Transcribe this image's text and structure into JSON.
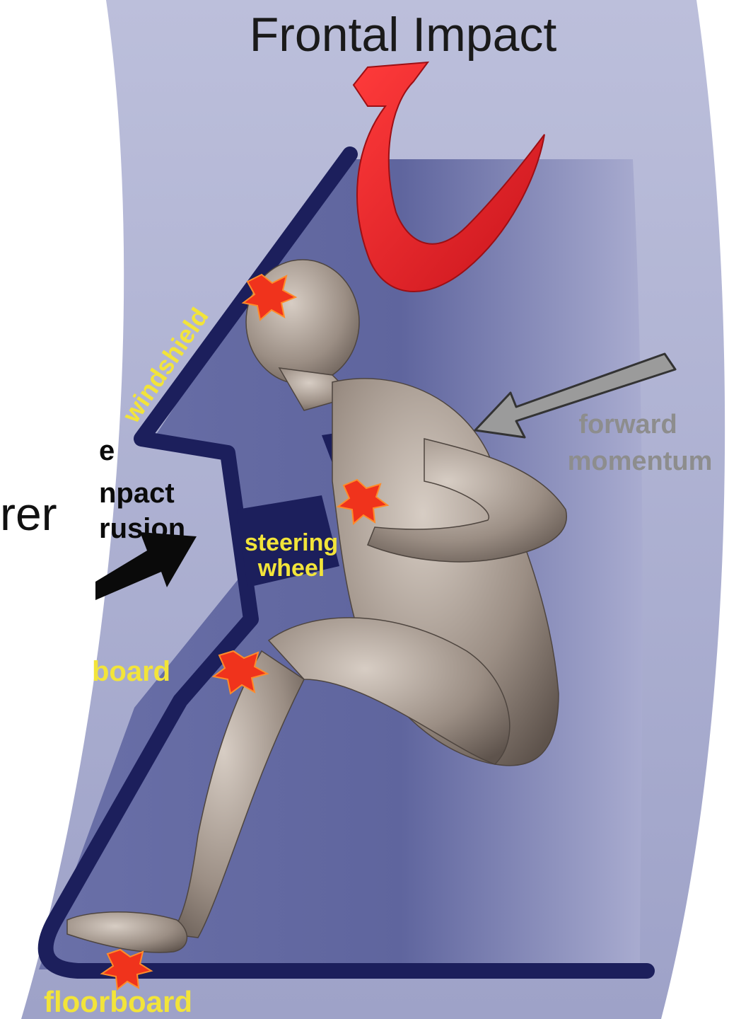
{
  "title": "Frontal Impact",
  "slide_text_fragment": "rer",
  "labels": {
    "windshield": "windshield",
    "forward": "forward",
    "momentum": "momentum",
    "intrusion_line1": "e",
    "intrusion_line2": "npact",
    "intrusion_line3": "rusion",
    "steering_line1": "steering",
    "steering_line2": "wheel",
    "dashboard_partial": "board",
    "floorboard": "floorboard"
  },
  "colors": {
    "panel": "#b2b5d3",
    "cabin": "#8a8fbf",
    "cabin_deep": "#6a70a8",
    "frame": "#1c1f5c",
    "impact_arrow": "#e8232a",
    "momentum_arrow": "#9b9b9b",
    "intrusion_arrow": "#0a0a0a",
    "label_yellow": "#f2e43a",
    "label_gray": "#8d8d8d",
    "impact_star": "#f0331c",
    "figure": "#8e8177"
  },
  "icons": [
    "curved-impact-arrow-icon",
    "momentum-arrow-icon",
    "intrusion-arrow-icon",
    "impact-burst-icon"
  ]
}
